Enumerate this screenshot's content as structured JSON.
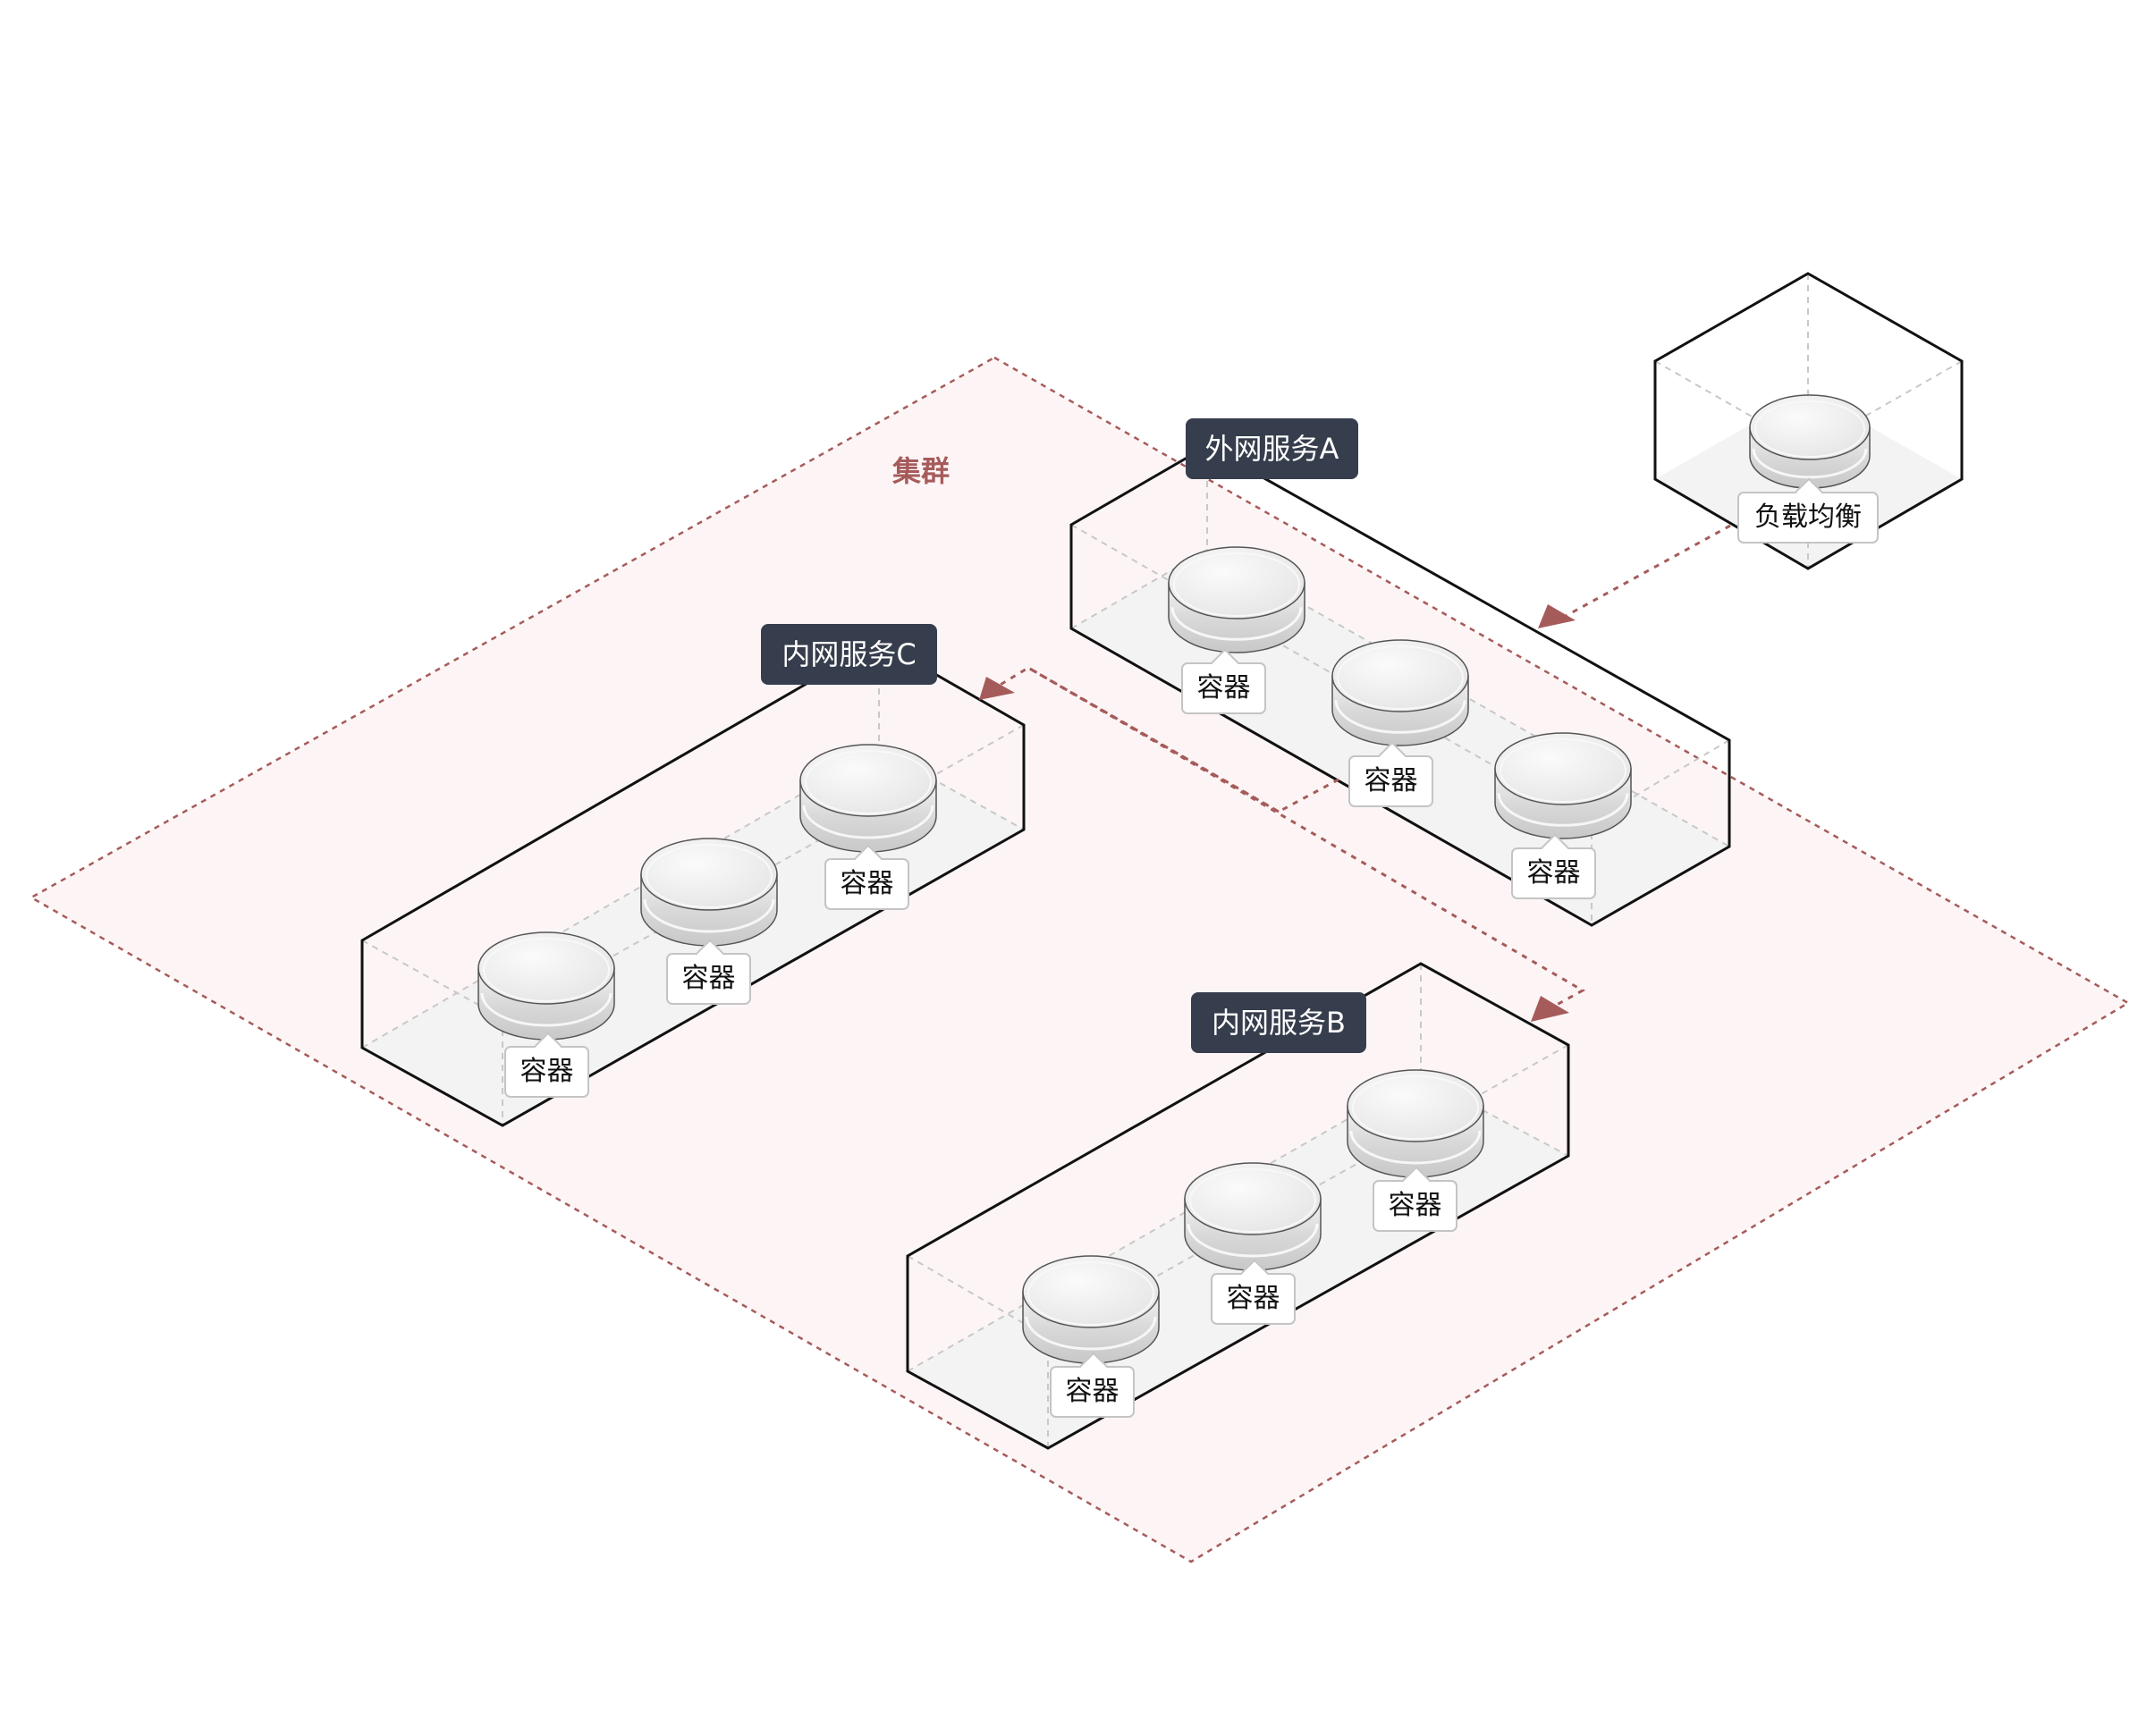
{
  "diagram": {
    "cluster": {
      "label": "集群",
      "fill": "#fdf5f5",
      "stroke": "#a65b5b"
    },
    "load_balancer": {
      "label": "负载均衡"
    },
    "services": [
      {
        "id": "A",
        "label": "外网服务A",
        "containers": [
          "容器",
          "容器",
          "容器"
        ]
      },
      {
        "id": "C",
        "label": "内网服务C",
        "containers": [
          "容器",
          "容器",
          "容器"
        ]
      },
      {
        "id": "B",
        "label": "内网服务B",
        "containers": [
          "容器",
          "容器",
          "容器"
        ]
      }
    ],
    "edges": [
      {
        "from": "负载均衡",
        "to": "外网服务A"
      },
      {
        "from": "外网服务A",
        "to": "内网服务C"
      },
      {
        "from": "外网服务A",
        "to": "内网服务B"
      }
    ],
    "colors": {
      "label_bg": "#363e4d",
      "edge": "#a65b5b",
      "box_stroke": "#111111",
      "floor": "#f3f3f3"
    }
  }
}
